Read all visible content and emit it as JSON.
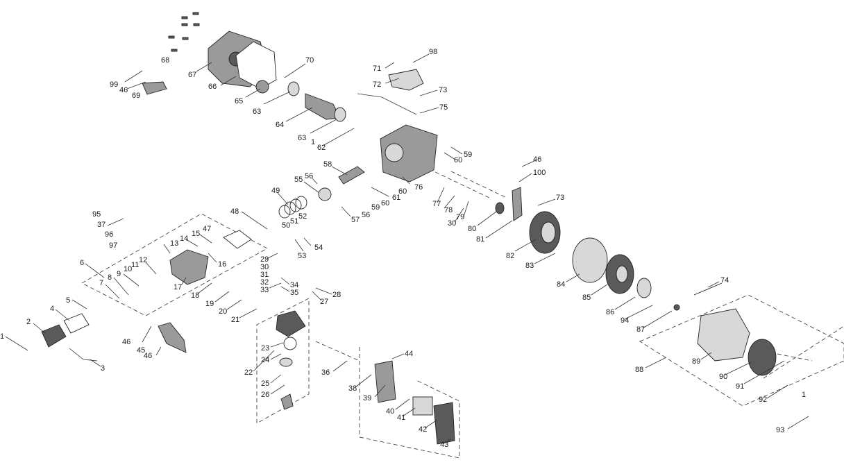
{
  "labels": {
    "p1a": "1",
    "p1b": "1",
    "p1c": "1",
    "p2": "2",
    "p3": "3",
    "p4": "4",
    "p5": "5",
    "p6": "6",
    "p7": "7",
    "p8": "8",
    "p9": "9",
    "p10": "10",
    "p11": "11",
    "p12": "12",
    "p13": "13",
    "p14": "14",
    "p15": "15",
    "p16": "16",
    "p17": "17",
    "p18": "18",
    "p19": "19",
    "p20": "20",
    "p21": "21",
    "p22": "22",
    "p23": "23",
    "p24": "24",
    "p25": "25",
    "p26": "26",
    "p27": "27",
    "p28": "28",
    "p29": "29",
    "p30a": "30",
    "p30b": "30",
    "p31": "31",
    "p32": "32",
    "p33": "33",
    "p34": "34",
    "p35": "35",
    "p36": "36",
    "p37": "37",
    "p38": "38",
    "p39": "39",
    "p40": "40",
    "p41": "41",
    "p42": "42",
    "p43": "43",
    "p44": "44",
    "p45": "45",
    "p46a": "46",
    "p46b": "46",
    "p46c": "46",
    "p46d": "46",
    "p47": "47",
    "p48": "48",
    "p49": "49",
    "p50": "50",
    "p51": "51",
    "p52": "52",
    "p53": "53",
    "p54": "54",
    "p55": "55",
    "p56a": "56",
    "p56b": "56",
    "p57": "57",
    "p58": "58",
    "p59a": "59",
    "p59b": "59",
    "p60a": "60",
    "p60b": "60",
    "p60c": "60",
    "p61": "61",
    "p62": "62",
    "p63a": "63",
    "p63b": "63",
    "p64": "64",
    "p65": "65",
    "p66": "66",
    "p67": "67",
    "p68": "68",
    "p69": "69",
    "p70": "70",
    "p71": "71",
    "p72": "72",
    "p73a": "73",
    "p73b": "73",
    "p74": "74",
    "p75": "75",
    "p76": "76",
    "p77": "77",
    "p78": "78",
    "p79": "79",
    "p80": "80",
    "p81": "81",
    "p82": "82",
    "p83": "83",
    "p84": "84",
    "p85": "85",
    "p86": "86",
    "p87": "87",
    "p88": "88",
    "p89": "89",
    "p90": "90",
    "p91": "91",
    "p92": "92",
    "p93": "93",
    "p94": "94",
    "p95": "95",
    "p96": "96",
    "p97": "97",
    "p98": "98",
    "p99": "99",
    "p100": "100"
  }
}
